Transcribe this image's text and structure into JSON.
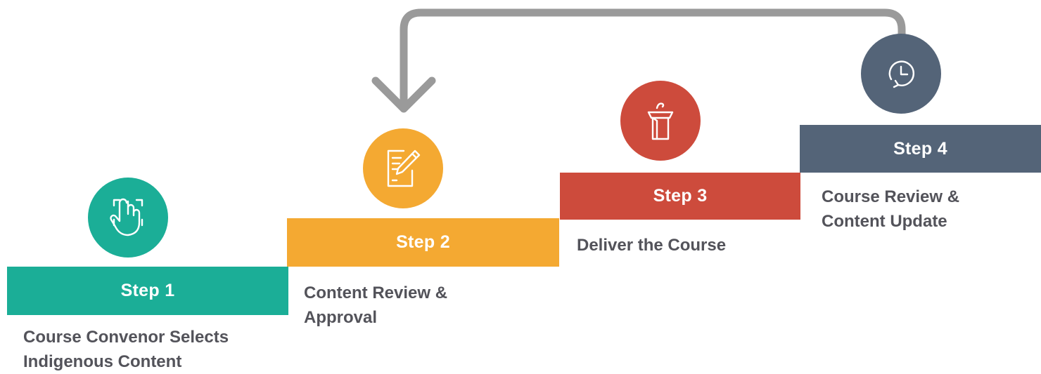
{
  "colors": {
    "step1": "#1bae97",
    "step2": "#f4a932",
    "step3": "#cd4b3c",
    "step4": "#546478",
    "arrow": "#9a9a9a",
    "text": "#53535a"
  },
  "steps": [
    {
      "label": "Step 1",
      "description": "Course Convenor Selects\nIndigenous Content",
      "icon": "hand-tap-icon"
    },
    {
      "label": "Step 2",
      "description": "Content Review &\nApproval",
      "icon": "document-pen-icon"
    },
    {
      "label": "Step 3",
      "description": "Deliver the Course",
      "icon": "lectern-icon"
    },
    {
      "label": "Step 4",
      "description": "Course Review &\nContent Update",
      "icon": "clock-refresh-icon"
    }
  ]
}
